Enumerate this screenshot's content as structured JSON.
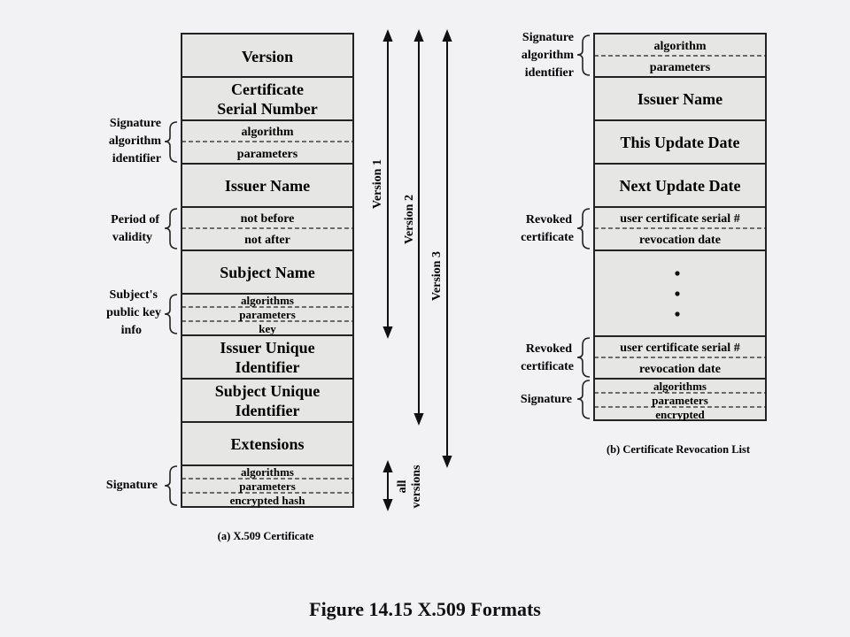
{
  "figure_title": "Figure 14.15  X.509 Formats",
  "cert": {
    "caption": "(a) X.509 Certificate",
    "version": "Version",
    "serial_l1": "Certificate",
    "serial_l2": "Serial Number",
    "sig_alg": {
      "label": [
        "Signature",
        "algorithm",
        "identifier"
      ],
      "algorithm": "algorithm",
      "parameters": "parameters"
    },
    "issuer_name": "Issuer Name",
    "validity": {
      "label": [
        "Period of",
        "validity"
      ],
      "not_before": "not before",
      "not_after": "not after"
    },
    "subject_name": "Subject Name",
    "pubkey": {
      "label": [
        "Subject's",
        "public key",
        "info"
      ],
      "algorithms": "algorithms",
      "parameters": "parameters",
      "key": "key"
    },
    "issuer_uid": [
      "Issuer Unique",
      "Identifier"
    ],
    "subject_uid": [
      "Subject Unique",
      "Identifier"
    ],
    "extensions": "Extensions",
    "signature": {
      "label": "Signature",
      "algorithms": "algorithms",
      "parameters": "parameters",
      "hash": "encrypted hash"
    },
    "version_labels": [
      "Version 1",
      "Version 2",
      "Version 3"
    ],
    "all_versions": [
      "all",
      "versions"
    ]
  },
  "crl": {
    "caption": "(b) Certificate Revocation List",
    "sig_alg": {
      "label": [
        "Signature",
        "algorithm",
        "identifier"
      ],
      "algorithm": "algorithm",
      "parameters": "parameters"
    },
    "issuer_name": "Issuer Name",
    "this_update": "This Update Date",
    "next_update": "Next Update Date",
    "revoked1": {
      "label": [
        "Revoked",
        "certificate"
      ],
      "serial": "user certificate serial #",
      "date": "revocation date"
    },
    "ellipsis": "• • •",
    "revoked2": {
      "label": [
        "Revoked",
        "certificate"
      ],
      "serial": "user certificate serial #",
      "date": "revocation date"
    },
    "signature": {
      "label": "Signature",
      "algorithms": "algorithms",
      "parameters": "parameters",
      "encrypted": "encrypted"
    }
  }
}
